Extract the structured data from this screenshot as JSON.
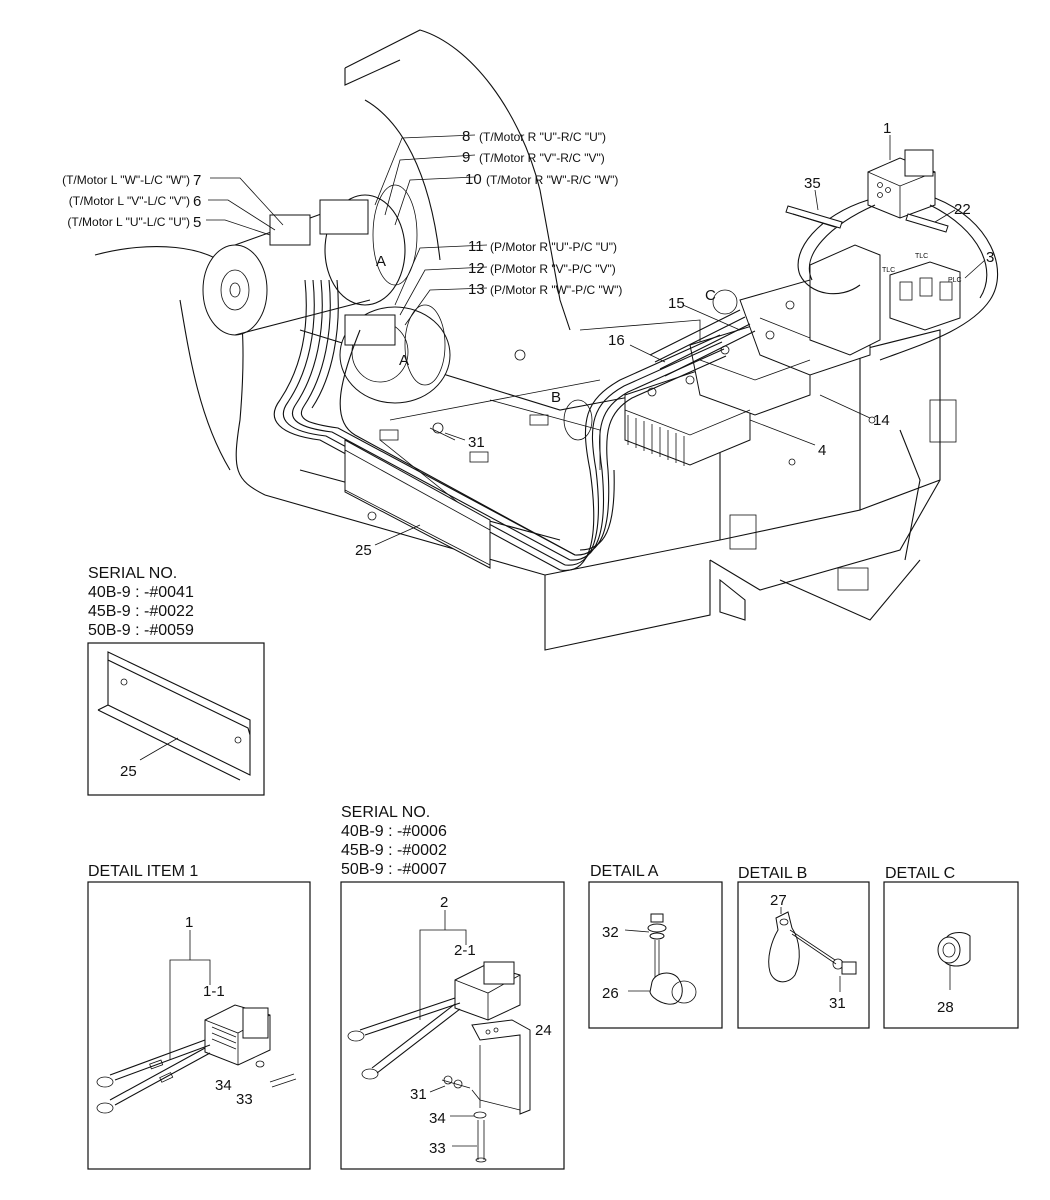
{
  "main_callouts": {
    "c1": "1",
    "c3": "3",
    "c4": "4",
    "c14": "14",
    "c15": "15",
    "c16": "16",
    "c22": "22",
    "c25": "25",
    "c31": "31",
    "c35": "35",
    "lA1": "A",
    "lA2": "A",
    "lB": "B",
    "lC": "C"
  },
  "wire_labels": {
    "w8": {
      "num": "8",
      "text": "(T/Motor R \"U\"-R/C \"U\")"
    },
    "w9": {
      "num": "9",
      "text": "(T/Motor R \"V\"-R/C \"V\")"
    },
    "w10": {
      "num": "10",
      "text": "(T/Motor R \"W\"-R/C \"W\")"
    },
    "w11": {
      "num": "11",
      "text": "(P/Motor R \"U\"-P/C \"U\")"
    },
    "w12": {
      "num": "12",
      "text": "(P/Motor R \"V\"-P/C \"V\")"
    },
    "w13": {
      "num": "13",
      "text": "(P/Motor R \"W\"-P/C \"W\")"
    },
    "w7": {
      "num": "7",
      "text": "(T/Motor L \"W\"-L/C \"W\")"
    },
    "w6": {
      "num": "6",
      "text": "(T/Motor L \"V\"-L/C \"V\")"
    },
    "w5": {
      "num": "5",
      "text": "(T/Motor L \"U\"-L/C \"U\")"
    }
  },
  "part_marks": {
    "tlc1": "TLC",
    "tlc2": "TLC",
    "plc": "PLC"
  },
  "serial_block_1": {
    "title": "SERIAL NO.",
    "lines": [
      "40B-9 : -#0041",
      "45B-9 : -#0022",
      "50B-9 : -#0059"
    ],
    "callout": "25"
  },
  "serial_block_2": {
    "title": "SERIAL NO.",
    "lines": [
      "40B-9 : -#0006",
      "45B-9 : -#0002",
      "50B-9 : -#0007"
    ],
    "callouts": {
      "c2": "2",
      "c2_1": "2-1",
      "c24": "24",
      "c31": "31",
      "c34": "34",
      "c33": "33"
    }
  },
  "detail_item_1": {
    "title": "DETAIL ITEM 1",
    "callouts": {
      "c1": "1",
      "c1_1": "1-1",
      "c34": "34",
      "c33": "33"
    }
  },
  "detail_a": {
    "title": "DETAIL A",
    "callouts": {
      "c32": "32",
      "c26": "26"
    }
  },
  "detail_b": {
    "title": "DETAIL B",
    "callouts": {
      "c27": "27",
      "c31": "31"
    }
  },
  "detail_c": {
    "title": "DETAIL C",
    "callouts": {
      "c28": "28"
    }
  }
}
